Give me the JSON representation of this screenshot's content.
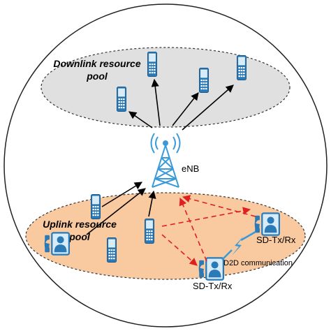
{
  "labels": {
    "downlink_pool_line1": "Downlink resource",
    "downlink_pool_line2": "pool",
    "uplink_pool_line1": "Uplink resource",
    "uplink_pool_line2": "pool",
    "enb": "eNB",
    "d2d": "D2D communication",
    "sd_txrx_right": "SD-Tx/Rx",
    "sd_txrx_bottom": "SD-Tx/Rx"
  },
  "colors": {
    "downlink_pool_fill": "#e0e0e0",
    "uplink_pool_fill": "#f9c9a0",
    "device_blue": "#3a9ad9",
    "tower_blue": "#3a9ad9",
    "d2d_arrow_red": "#e02020",
    "link_black": "#000000"
  },
  "icons": {
    "handset": "mobile-handset-icon",
    "phone_with_user": "smart-device-user-icon",
    "tower": "enb-tower-icon",
    "wireless_link": "lightning-link-icon"
  }
}
